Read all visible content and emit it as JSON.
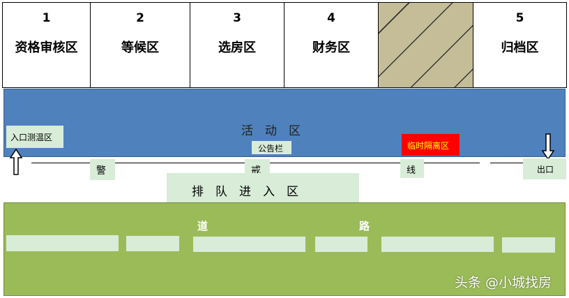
{
  "zones": [
    {
      "number": "1",
      "name": "资格审核区"
    },
    {
      "number": "2",
      "name": "等候区"
    },
    {
      "number": "3",
      "name": "选房区"
    },
    {
      "number": "4",
      "name": "财务区"
    },
    {
      "number": "",
      "name": ""
    },
    {
      "number": "5",
      "name": "归档区"
    }
  ],
  "activity": {
    "title": "活　动　区",
    "notice_board": "公告栏",
    "isolation": "临时隔离区"
  },
  "entrance": {
    "label": "入口测温区"
  },
  "exit": {
    "label": "出口"
  },
  "cordon": {
    "chars": [
      "警",
      "戒",
      "线"
    ]
  },
  "queue": {
    "label": "排　队　进　入　区"
  },
  "road": {
    "label_left": "道",
    "label_right": "路"
  },
  "watermark": "头条 @小城找房",
  "colors": {
    "activity": "#4f81bd",
    "road": "#9bbb59",
    "isolation": "#ff0000",
    "isolation_text": "#ffff00",
    "label_bg": "#d8ecd8",
    "hatched_zone": "#c4bd97"
  }
}
